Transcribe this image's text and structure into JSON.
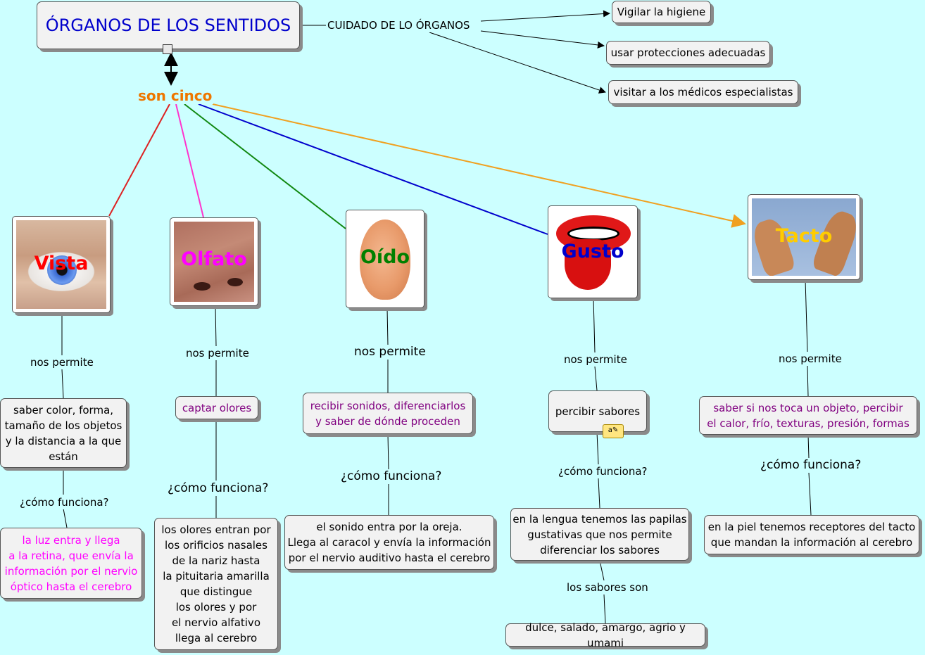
{
  "title": "ÓRGANOS DE LOS SENTIDOS",
  "care": {
    "link_label": "CUIDADO DE LO ÓRGANOS",
    "items": [
      "Vigilar la higiene",
      "usar protecciones adecuadas",
      "visitar a los médicos especialistas"
    ]
  },
  "son_cinco": "son cinco",
  "senses": [
    {
      "name": "Vista",
      "color": "#ff0000",
      "link1": "nos permite",
      "function": "saber color, forma,\ntamaño de los objetos\ny la distancia a la que\nestán",
      "link2": "¿cómo funciona?",
      "how": "la luz entra y llega\na la retina, que envía la\ninformación por el nervio\nóptico hasta el cerebro"
    },
    {
      "name": "Olfato",
      "color": "#ff00ff",
      "link1": "nos permite",
      "function": "captar olores",
      "link2": "¿cómo funciona?",
      "how": "los olores entran por\nlos orificios nasales\nde la nariz hasta\nla pituitaria amarilla\nque distingue\nlos olores y por\nel nervio alfativo\nllega al cerebro"
    },
    {
      "name": "Oído",
      "color": "#008000",
      "link1": "nos permite",
      "function": "recibir sonidos, diferenciarlos\ny saber de dónde proceden",
      "link2": "¿cómo funciona?",
      "how": "el sonido entra por la oreja.\nLlega al caracol y envía la información\npor el nervio auditivo hasta el cerebro"
    },
    {
      "name": "Gusto",
      "color": "#0000cc",
      "link1": "nos permite",
      "function": "percibir sabores",
      "link2": "¿cómo funciona?",
      "how": "en la lengua tenemos las papilas\ngustativas que nos permite\ndiferenciar los sabores",
      "link3": "los sabores son",
      "flavors": "dulce, salado, amargo, agrio y umami"
    },
    {
      "name": "Tacto",
      "color": "#ffcc00",
      "link1": "nos permite",
      "function": "saber si nos toca un objeto, percibir\nel calor, frío, texturas, presión, formas",
      "link2": "¿cómo funciona?",
      "how": "en la piel tenemos receptores del tacto\nque mandan la información al cerebro"
    }
  ],
  "colors": {
    "background": "#ccffff",
    "title": "#0000cc",
    "son_cinco": "#ee7700",
    "purple_text": "#800080",
    "magenta_text": "#ff00ff",
    "line_vista": "#dd2222",
    "line_olfato": "#ff33cc",
    "line_oido": "#118811",
    "line_gusto": "#0000cc",
    "line_tacto": "#f0a020"
  }
}
